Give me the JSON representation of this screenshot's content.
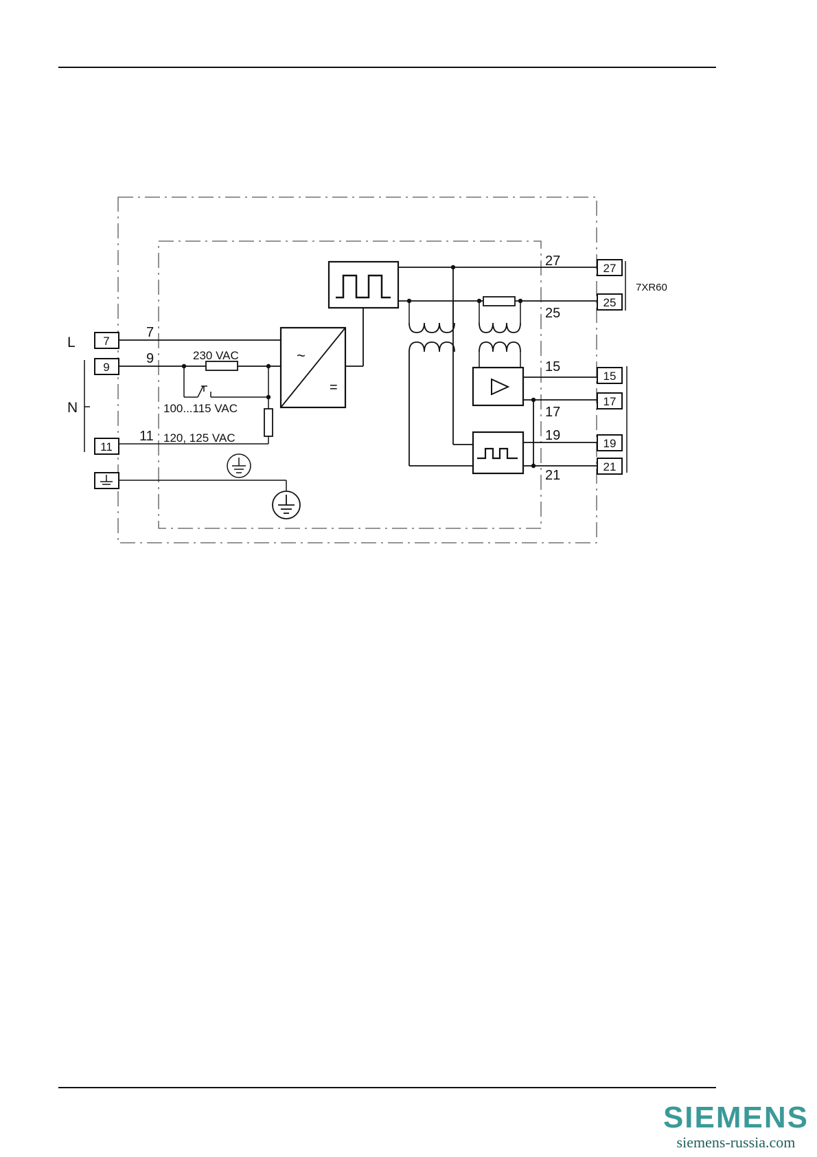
{
  "diagram": {
    "device_label": "7XR60",
    "side_labels": {
      "line": "L",
      "neutral": "N"
    },
    "input_terminals": [
      "7",
      "9",
      "11"
    ],
    "input_wire_numbers": [
      "7",
      "9",
      "11"
    ],
    "voltage_labels": {
      "v230": "230 VAC",
      "v100": "100...115 VAC",
      "v120": "120, 125 VAC"
    },
    "converter_symbols": {
      "ac": "~",
      "dc": "="
    },
    "output_terminals": [
      "27",
      "25",
      "15",
      "17",
      "19",
      "21"
    ],
    "output_wire_numbers": [
      "27",
      "25",
      "15",
      "17",
      "19",
      "21"
    ]
  },
  "footer": {
    "brand": "SIEMENS",
    "url": "siemens-russia.com"
  }
}
